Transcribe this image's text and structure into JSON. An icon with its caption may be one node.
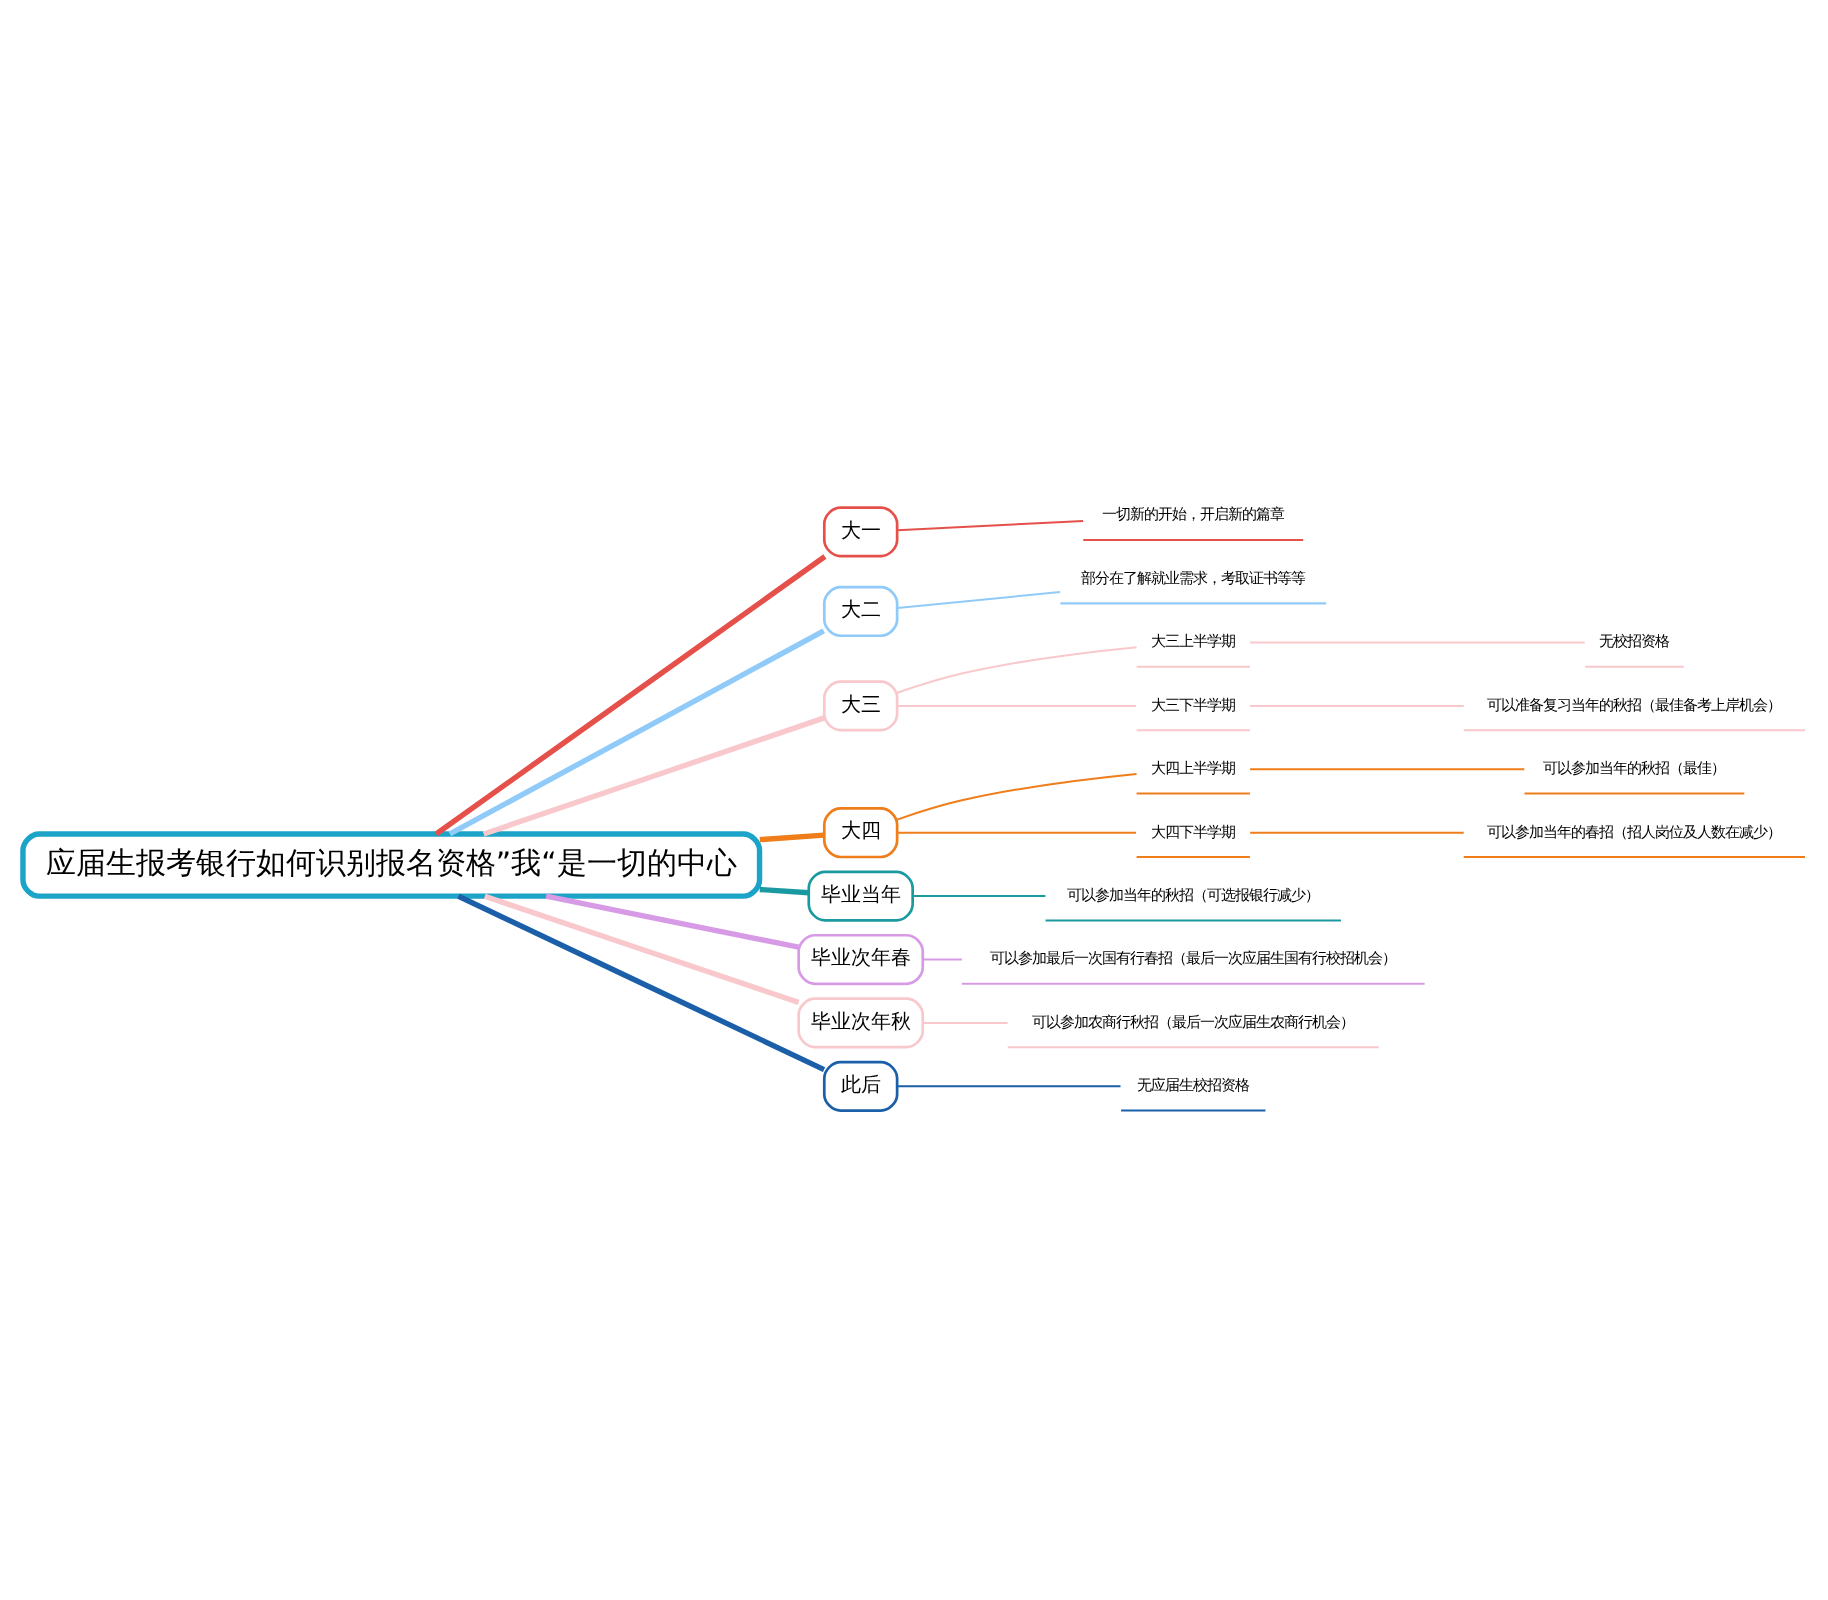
{
  "diagram": {
    "nodes": [
      {
        "text": [
          "应届生报考银行如何识别报名资格”我“是一切的中心"
        ]
      },
      {
        "text": [
          "大一"
        ]
      },
      {
        "text": [
          "一切新的开始，开启新的篇章"
        ]
      },
      {
        "text": [
          "大二"
        ]
      },
      {
        "text": [
          "部分在了解就业需求，考取证书等等"
        ]
      },
      {
        "text": [
          "大三"
        ]
      },
      {
        "text": [
          "大三上半学期"
        ]
      },
      {
        "text": [
          "无校招资格"
        ]
      },
      {
        "text": [
          "大三下半学期"
        ]
      },
      {
        "text": [
          "可以准备复习当年的秋招（最佳备考上岸机会）"
        ]
      },
      {
        "text": [
          "大四"
        ]
      },
      {
        "text": [
          "大四上半学期"
        ]
      },
      {
        "text": [
          "可以参加当年的秋招（最佳）"
        ]
      },
      {
        "text": [
          "大四下半学期"
        ]
      },
      {
        "text": [
          "可以参加当年的春招（招人岗位及人数在减少）"
        ]
      },
      {
        "text": [
          "毕业当年"
        ]
      },
      {
        "text": [
          "可以参加当年的秋招（可选报银行减少）"
        ]
      },
      {
        "text": [
          "毕业次年春"
        ]
      },
      {
        "text": [
          "可以参加最后一次国有行春招（最后一次应届生国有行校招机会）"
        ]
      },
      {
        "text": [
          "毕业次年秋"
        ]
      },
      {
        "text": [
          "可以参加农商行秋招（最后一次应届生农商行机会）"
        ]
      },
      {
        "text": [
          "此后"
        ]
      },
      {
        "text": [
          "无应届生校招资格"
        ]
      }
    ],
    "edges": [
      {
        "from": 0,
        "to": 1,
        "arrow": "none",
        "style": "thick",
        "color": "#e5504a"
      },
      {
        "from": 1,
        "to": 2,
        "arrow": "none",
        "color": "#e5504a"
      },
      {
        "from": 0,
        "to": 3,
        "arrow": "none",
        "style": "thick",
        "color": "#90caf9"
      },
      {
        "from": 3,
        "to": 4,
        "arrow": "none",
        "color": "#90caf9"
      },
      {
        "from": 0,
        "to": 5,
        "arrow": "none",
        "style": "thick",
        "color": "#f8c8cc"
      },
      {
        "from": 5,
        "to": 6,
        "arrow": "none",
        "color": "#f8c8cc"
      },
      {
        "from": 6,
        "to": 7,
        "arrow": "none",
        "color": "#f8c8cc"
      },
      {
        "from": 5,
        "to": 8,
        "arrow": "none",
        "color": "#f8c8cc"
      },
      {
        "from": 8,
        "to": 9,
        "arrow": "none",
        "color": "#f8c8cc"
      },
      {
        "from": 0,
        "to": 10,
        "arrow": "none",
        "style": "thick",
        "color": "#ef7d1a"
      },
      {
        "from": 10,
        "to": 11,
        "arrow": "none",
        "color": "#ef7d1a"
      },
      {
        "from": 11,
        "to": 12,
        "arrow": "none",
        "color": "#ef7d1a"
      },
      {
        "from": 10,
        "to": 13,
        "arrow": "none",
        "color": "#ef7d1a"
      },
      {
        "from": 13,
        "to": 14,
        "arrow": "none",
        "color": "#ef7d1a"
      },
      {
        "from": 0,
        "to": 15,
        "arrow": "none",
        "style": "thick",
        "color": "#1a9aa0"
      },
      {
        "from": 15,
        "to": 16,
        "arrow": "none",
        "color": "#1a9aa0"
      },
      {
        "from": 0,
        "to": 17,
        "arrow": "none",
        "style": "thick",
        "color": "#d79be6"
      },
      {
        "from": 17,
        "to": 18,
        "arrow": "none",
        "color": "#d79be6"
      },
      {
        "from": 0,
        "to": 19,
        "arrow": "none",
        "style": "thick",
        "color": "#f8c8cc"
      },
      {
        "from": 19,
        "to": 20,
        "arrow": "none",
        "color": "#f8c8cc"
      },
      {
        "from": 0,
        "to": 21,
        "arrow": "none",
        "style": "thick",
        "color": "#1a5fa8"
      },
      {
        "from": 21,
        "to": 22,
        "arrow": "none",
        "color": "#1a5fa8"
      }
    ]
  }
}
